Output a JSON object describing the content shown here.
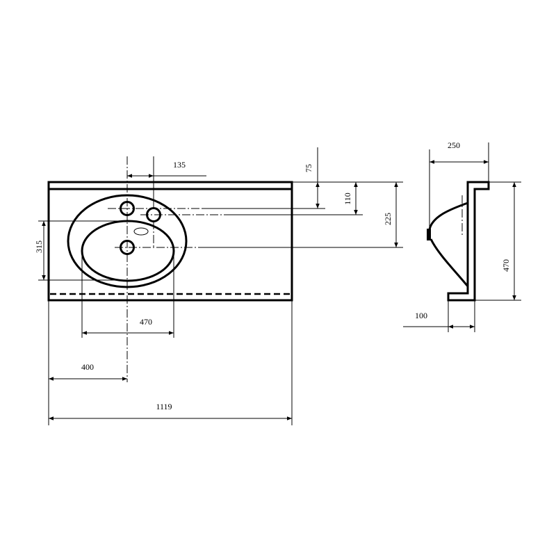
{
  "drawing": {
    "front_view": {
      "dimensions": {
        "tap_offset": "135",
        "hole1_depth": "75",
        "hole2_depth": "110",
        "drain_depth": "225",
        "basin_depth": "315",
        "basin_width": "470",
        "center_offset": "400",
        "total_width": "1119"
      }
    },
    "side_view": {
      "dimensions": {
        "projection": "250",
        "height": "470",
        "flange": "100"
      }
    }
  }
}
